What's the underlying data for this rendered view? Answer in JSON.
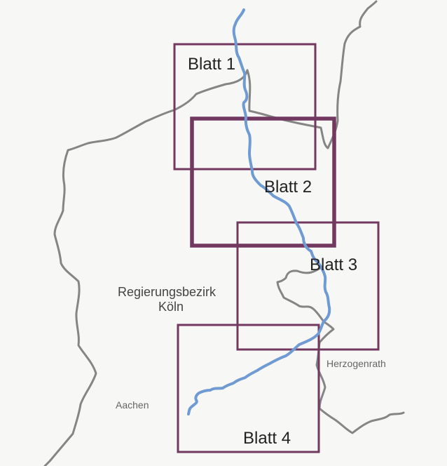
{
  "map": {
    "sheets": [
      {
        "label": "Blatt 1"
      },
      {
        "label": "Blatt 2"
      },
      {
        "label": "Blatt 3"
      },
      {
        "label": "Blatt 4"
      }
    ],
    "region": {
      "line1": "Regierungsbezirk",
      "line2": "Köln"
    },
    "places": {
      "herzogenrath": "Herzogenrath",
      "aachen": "Aachen"
    },
    "colors": {
      "sheet_frame": "#72385f",
      "boundary": "#858585",
      "river": "#6f9bd2",
      "label_text": "#222222",
      "region_text": "#444444",
      "place_text": "#666666",
      "background": "#f7f7f6"
    }
  }
}
